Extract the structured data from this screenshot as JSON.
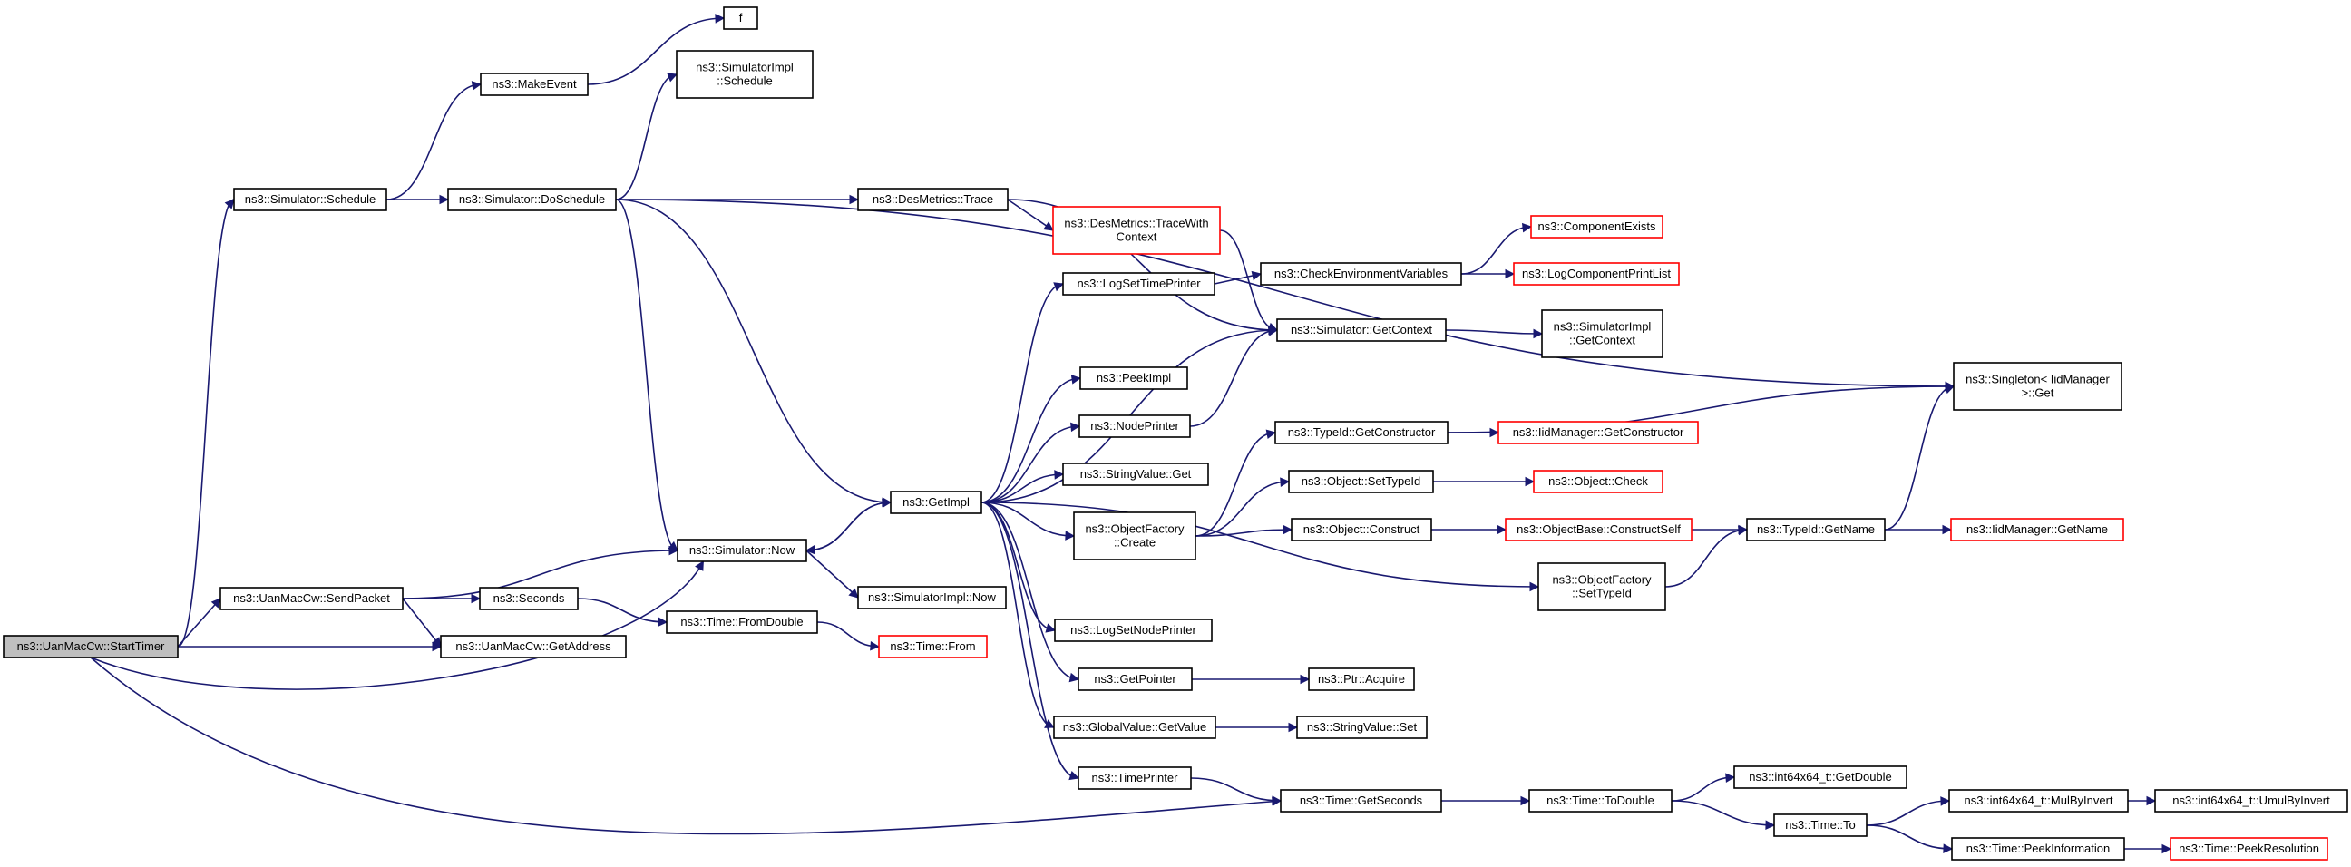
{
  "nodes": [
    {
      "id": "start",
      "lines": [
        "ns3::UanMacCw::StartTimer"
      ],
      "root": true,
      "red": false
    },
    {
      "id": "sched",
      "lines": [
        "ns3::Simulator::Schedule"
      ],
      "red": false
    },
    {
      "id": "sendpk",
      "lines": [
        "ns3::UanMacCw::SendPacket"
      ],
      "red": false
    },
    {
      "id": "getaddr",
      "lines": [
        "ns3::UanMacCw::GetAddress"
      ],
      "red": false
    },
    {
      "id": "now",
      "lines": [
        "ns3::Simulator::Now"
      ],
      "red": false
    },
    {
      "id": "seconds",
      "lines": [
        "ns3::Seconds"
      ],
      "red": false
    },
    {
      "id": "fromdbl",
      "lines": [
        "ns3::Time::FromDouble"
      ],
      "red": false
    },
    {
      "id": "tfrom",
      "lines": [
        "ns3::Time::From"
      ],
      "red": true
    },
    {
      "id": "mkevent",
      "lines": [
        "ns3::MakeEvent"
      ],
      "red": false
    },
    {
      "id": "f",
      "lines": [
        "f"
      ],
      "red": false
    },
    {
      "id": "dosched",
      "lines": [
        "ns3::Simulator::DoSchedule"
      ],
      "red": false
    },
    {
      "id": "simsched",
      "lines": [
        "ns3::SimulatorImpl",
        "::Schedule"
      ],
      "red": false
    },
    {
      "id": "destrace",
      "lines": [
        "ns3::DesMetrics::Trace"
      ],
      "red": false
    },
    {
      "id": "destwc",
      "lines": [
        "ns3::DesMetrics::TraceWith",
        "Context"
      ],
      "red": true
    },
    {
      "id": "getimpl",
      "lines": [
        "ns3::GetImpl"
      ],
      "red": false
    },
    {
      "id": "simimplnow",
      "lines": [
        "ns3::SimulatorImpl::Now"
      ],
      "red": false
    },
    {
      "id": "logstp",
      "lines": [
        "ns3::LogSetTimePrinter"
      ],
      "red": false
    },
    {
      "id": "peekimpl",
      "lines": [
        "ns3::PeekImpl"
      ],
      "red": false
    },
    {
      "id": "nodeprinter",
      "lines": [
        "ns3::NodePrinter"
      ],
      "red": false
    },
    {
      "id": "strget",
      "lines": [
        "ns3::StringValue::Get"
      ],
      "red": false
    },
    {
      "id": "objfac",
      "lines": [
        "ns3::ObjectFactory",
        "::Create"
      ],
      "red": false
    },
    {
      "id": "logsnp",
      "lines": [
        "ns3::LogSetNodePrinter"
      ],
      "red": false
    },
    {
      "id": "getptr",
      "lines": [
        "ns3::GetPointer"
      ],
      "red": false
    },
    {
      "id": "gvget",
      "lines": [
        "ns3::GlobalValue::GetValue"
      ],
      "red": false
    },
    {
      "id": "timeprinter",
      "lines": [
        "ns3::TimePrinter"
      ],
      "red": false
    },
    {
      "id": "checkenv",
      "lines": [
        "ns3::CheckEnvironmentVariables"
      ],
      "red": false
    },
    {
      "id": "simgetctx",
      "lines": [
        "ns3::Simulator::GetContext"
      ],
      "red": false
    },
    {
      "id": "compexists",
      "lines": [
        "ns3::ComponentExists"
      ],
      "red": true
    },
    {
      "id": "logcompprint",
      "lines": [
        "ns3::LogComponentPrintList"
      ],
      "red": true
    },
    {
      "id": "simimplgetctx",
      "lines": [
        "ns3::SimulatorImpl",
        "::GetContext"
      ],
      "red": false
    },
    {
      "id": "typeidgetctor",
      "lines": [
        "ns3::TypeId::GetConstructor"
      ],
      "red": false
    },
    {
      "id": "objsettypeid",
      "lines": [
        "ns3::Object::SetTypeId"
      ],
      "red": false
    },
    {
      "id": "objconstruct",
      "lines": [
        "ns3::Object::Construct"
      ],
      "red": false
    },
    {
      "id": "objfacsettid",
      "lines": [
        "ns3::ObjectFactory",
        "::SetTypeId"
      ],
      "red": false
    },
    {
      "id": "iidgetctor",
      "lines": [
        "ns3::IidManager::GetConstructor"
      ],
      "red": true
    },
    {
      "id": "objcheck",
      "lines": [
        "ns3::Object::Check"
      ],
      "red": true
    },
    {
      "id": "objbaseconstr",
      "lines": [
        "ns3::ObjectBase::ConstructSelf"
      ],
      "red": true
    },
    {
      "id": "typeidgetname",
      "lines": [
        "ns3::TypeId::GetName"
      ],
      "red": false
    },
    {
      "id": "singleton",
      "lines": [
        "ns3::Singleton< IidManager",
        " >::Get"
      ],
      "red": false
    },
    {
      "id": "iidgetname",
      "lines": [
        "ns3::IidManager::GetName"
      ],
      "red": true
    },
    {
      "id": "ptracquire",
      "lines": [
        "ns3::Ptr::Acquire"
      ],
      "red": false
    },
    {
      "id": "strset",
      "lines": [
        "ns3::StringValue::Set"
      ],
      "red": false
    },
    {
      "id": "timegetsec",
      "lines": [
        "ns3::Time::GetSeconds"
      ],
      "red": false
    },
    {
      "id": "timetodbl",
      "lines": [
        "ns3::Time::ToDouble"
      ],
      "red": false
    },
    {
      "id": "i64getdbl",
      "lines": [
        "ns3::int64x64_t::GetDouble"
      ],
      "red": false
    },
    {
      "id": "timeto",
      "lines": [
        "ns3::Time::To"
      ],
      "red": false
    },
    {
      "id": "i64mulbyinv",
      "lines": [
        "ns3::int64x64_t::MulByInvert"
      ],
      "red": false
    },
    {
      "id": "i64umulbyinv",
      "lines": [
        "ns3::int64x64_t::UmulByInvert"
      ],
      "red": false
    },
    {
      "id": "timepeekinfo",
      "lines": [
        "ns3::Time::PeekInformation"
      ],
      "red": false
    },
    {
      "id": "timepeekres",
      "lines": [
        "ns3::Time::PeekResolution"
      ],
      "red": true
    }
  ],
  "edges": [
    [
      "start",
      "sched"
    ],
    [
      "start",
      "sendpk"
    ],
    [
      "start",
      "getaddr"
    ],
    [
      "start",
      "now"
    ],
    [
      "start",
      "timegetsec"
    ],
    [
      "sched",
      "mkevent"
    ],
    [
      "sched",
      "dosched"
    ],
    [
      "mkevent",
      "f"
    ],
    [
      "dosched",
      "simsched"
    ],
    [
      "dosched",
      "destrace"
    ],
    [
      "dosched",
      "singleton"
    ],
    [
      "dosched",
      "now"
    ],
    [
      "dosched",
      "getimpl"
    ],
    [
      "destrace",
      "destwc"
    ],
    [
      "destrace",
      "simgetctx"
    ],
    [
      "destwc",
      "simgetctx"
    ],
    [
      "sendpk",
      "now"
    ],
    [
      "sendpk",
      "seconds"
    ],
    [
      "sendpk",
      "getaddr"
    ],
    [
      "seconds",
      "fromdbl"
    ],
    [
      "fromdbl",
      "tfrom"
    ],
    [
      "now",
      "getimpl"
    ],
    [
      "now",
      "simimplnow"
    ],
    [
      "getimpl",
      "now"
    ],
    [
      "getimpl",
      "logstp"
    ],
    [
      "getimpl",
      "simgetctx"
    ],
    [
      "getimpl",
      "peekimpl"
    ],
    [
      "getimpl",
      "nodeprinter"
    ],
    [
      "getimpl",
      "strget"
    ],
    [
      "getimpl",
      "objfac"
    ],
    [
      "getimpl",
      "objfacsettid"
    ],
    [
      "getimpl",
      "logsnp"
    ],
    [
      "getimpl",
      "getptr"
    ],
    [
      "getimpl",
      "gvget"
    ],
    [
      "getimpl",
      "timeprinter"
    ],
    [
      "logstp",
      "checkenv"
    ],
    [
      "nodeprinter",
      "simgetctx"
    ],
    [
      "checkenv",
      "compexists"
    ],
    [
      "checkenv",
      "logcompprint"
    ],
    [
      "simgetctx",
      "simimplgetctx"
    ],
    [
      "objfac",
      "typeidgetctor"
    ],
    [
      "objfac",
      "objsettypeid"
    ],
    [
      "objfac",
      "objconstruct"
    ],
    [
      "typeidgetctor",
      "iidgetctor"
    ],
    [
      "typeidgetctor",
      "singleton"
    ],
    [
      "objsettypeid",
      "objcheck"
    ],
    [
      "objconstruct",
      "objbaseconstr"
    ],
    [
      "objbaseconstr",
      "typeidgetname"
    ],
    [
      "objfacsettid",
      "typeidgetname"
    ],
    [
      "typeidgetname",
      "singleton"
    ],
    [
      "typeidgetname",
      "iidgetname"
    ],
    [
      "getptr",
      "ptracquire"
    ],
    [
      "gvget",
      "strset"
    ],
    [
      "timeprinter",
      "timegetsec"
    ],
    [
      "timegetsec",
      "timetodbl"
    ],
    [
      "timetodbl",
      "i64getdbl"
    ],
    [
      "timetodbl",
      "timeto"
    ],
    [
      "timeto",
      "i64mulbyinv"
    ],
    [
      "timeto",
      "timepeekinfo"
    ],
    [
      "i64mulbyinv",
      "i64umulbyinv"
    ],
    [
      "timepeekinfo",
      "timepeekres"
    ]
  ]
}
